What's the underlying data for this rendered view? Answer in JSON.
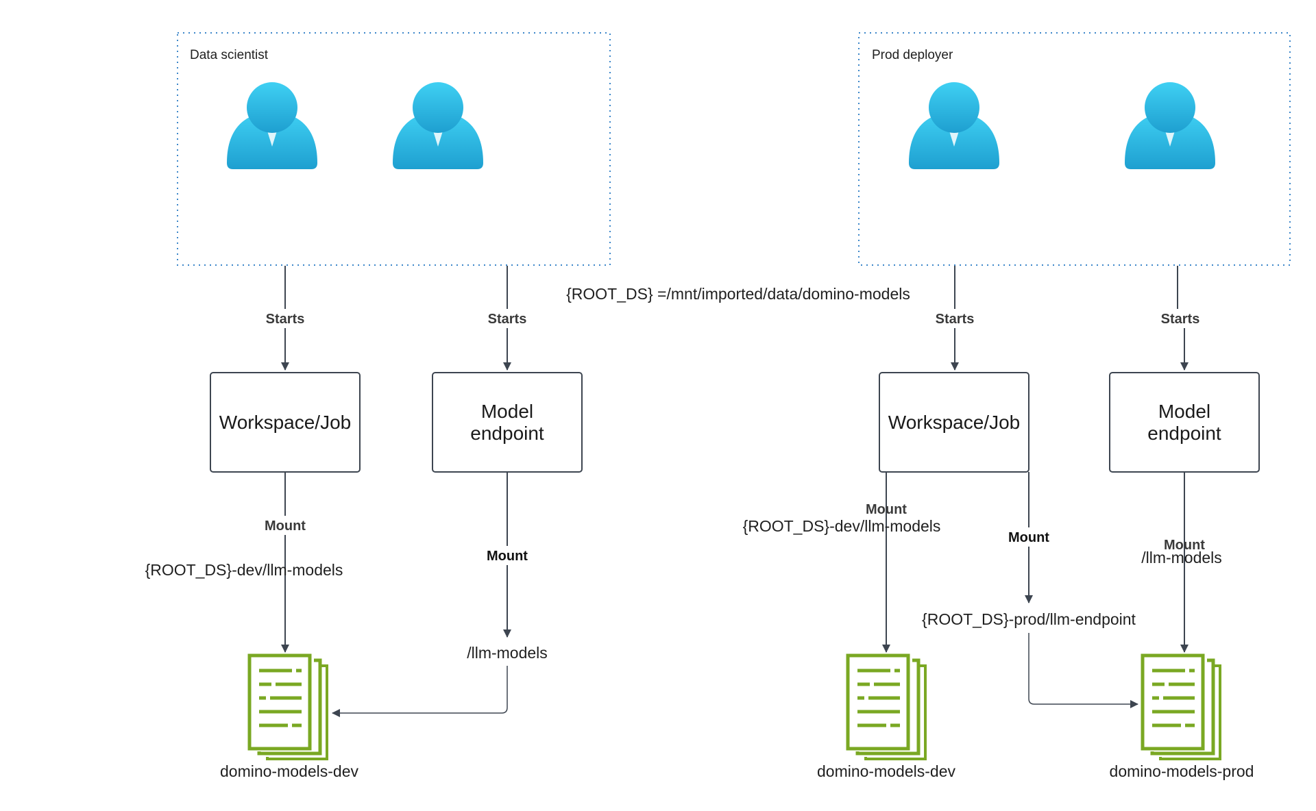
{
  "groups": {
    "data_scientist": {
      "title": "Data scientist"
    },
    "prod_deployer": {
      "title": "Prod deployer"
    }
  },
  "root_definition": "{ROOT_DS} =/mnt/imported/data/domino-models",
  "left": {
    "starts_1": "Starts",
    "starts_2": "Starts",
    "workspace_box": "Workspace/Job",
    "model_box_line1": "Model",
    "model_box_line2": "endpoint",
    "mount_1": "Mount",
    "mount_1_path": "{ROOT_DS}-dev/llm-models",
    "mount_2": "Mount",
    "mount_2_path": "/llm-models",
    "dataset": "domino-models-dev"
  },
  "right": {
    "starts_1": "Starts",
    "starts_2": "Starts",
    "workspace_box": "Workspace/Job",
    "model_box_line1": "Model",
    "model_box_line2": "endpoint",
    "mount_a": "Mount",
    "mount_a_path": "{ROOT_DS}-dev/llm-models",
    "mount_b": "Mount",
    "mount_b_path": "{ROOT_DS}-prod/llm-endpoint",
    "mount_c": "Mount",
    "mount_c_path": "/llm-models",
    "dataset_dev": "domino-models-dev",
    "dataset_prod": "domino-models-prod"
  },
  "colors": {
    "group_border": "#3b86c9",
    "edge": "#3d4550",
    "user_icon": "#2ab7e3",
    "dataset_icon": "#7aa823"
  },
  "icons": {
    "user": "user-icon",
    "dataset": "document-stack-icon"
  }
}
